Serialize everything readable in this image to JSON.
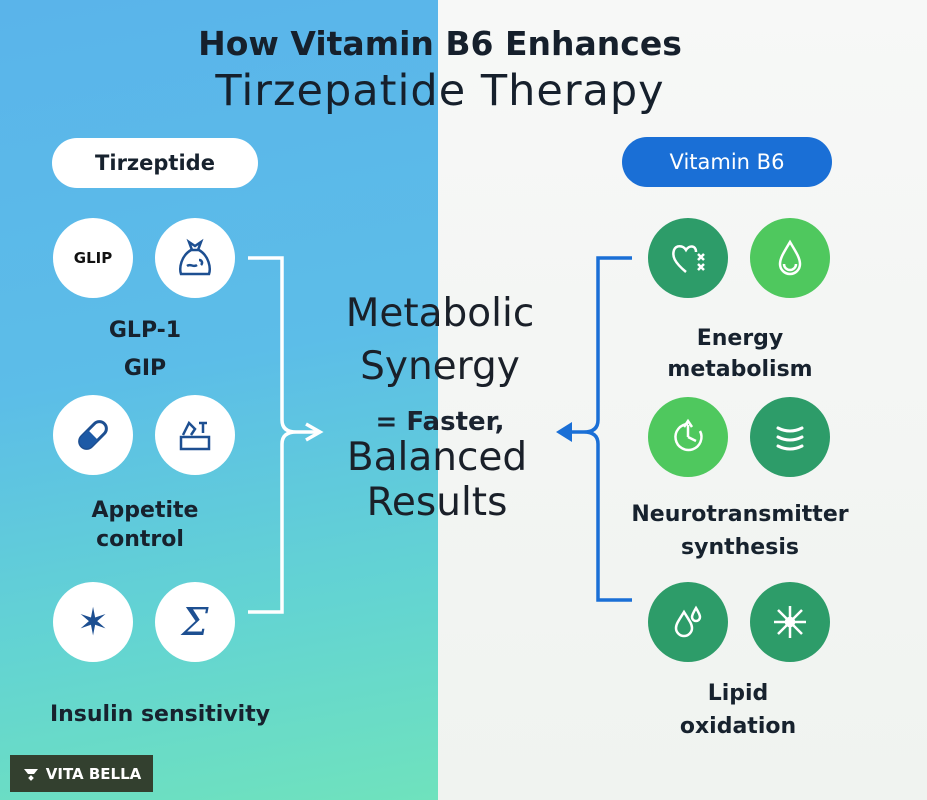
{
  "title": {
    "line1": "How Vitamin B6 Enhances",
    "line2": "Tirzepatide Therapy"
  },
  "left": {
    "pill": "Tirzeptide",
    "glip_text": "GLIP",
    "groups": [
      {
        "label_lines": [
          "GLP-1",
          "GIP"
        ]
      },
      {
        "label_lines": [
          "Appetite",
          "control"
        ]
      },
      {
        "label_lines": [
          "Insulin sensitivity"
        ]
      }
    ]
  },
  "right": {
    "pill": "Vitamin B6",
    "groups": [
      {
        "label_lines": [
          "Energy",
          "metabolism"
        ]
      },
      {
        "label_lines": [
          "Neurotransmitter",
          "synthesis"
        ]
      },
      {
        "label_lines": [
          "Lipid",
          "oxidation"
        ]
      }
    ]
  },
  "center": {
    "line1": "Metabolic",
    "line2": "Synergy",
    "line3": "= Faster,",
    "line4": "Balanced",
    "line5": "Results"
  },
  "logo": {
    "text": "VITA BELLA"
  },
  "colors": {
    "blue_accent": "#1a6fd6",
    "dark_green": "#2d9c69",
    "light_green": "#4fc85e",
    "icon_navy": "#1d4f91"
  }
}
